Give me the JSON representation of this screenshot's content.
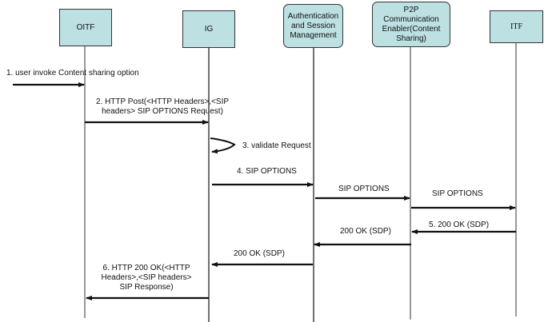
{
  "participants": [
    {
      "id": "oitf",
      "label": "OITF"
    },
    {
      "id": "ig",
      "label": "IG"
    },
    {
      "id": "asm",
      "label": "Authentication and Session Management"
    },
    {
      "id": "p2p",
      "label": "P2P Communication Enabler(Content Sharing)"
    },
    {
      "id": "itf",
      "label": "ITF"
    }
  ],
  "messages": [
    {
      "from": "external",
      "to": "oitf",
      "label": "1. user invoke Content sharing option"
    },
    {
      "from": "oitf",
      "to": "ig",
      "label_lines": [
        "2. HTTP Post(<HTTP Headers>,<SIP",
        "headers> SIP OPTIONS Request)"
      ]
    },
    {
      "from": "ig",
      "to": "ig",
      "label": "3. validate Request"
    },
    {
      "from": "ig",
      "to": "asm",
      "label": "4. SIP OPTIONS"
    },
    {
      "from": "asm",
      "to": "p2p",
      "label": "SIP OPTIONS"
    },
    {
      "from": "p2p",
      "to": "itf",
      "label": "SIP OPTIONS"
    },
    {
      "from": "itf",
      "to": "p2p",
      "label": "5. 200 OK (SDP)"
    },
    {
      "from": "p2p",
      "to": "asm",
      "label": "200 OK (SDP)"
    },
    {
      "from": "asm",
      "to": "ig",
      "label": "200 OK (SDP)"
    },
    {
      "from": "ig",
      "to": "oitf",
      "label_lines": [
        "6. HTTP 200 OK(<HTTP",
        "Headers>,<SIP headers>",
        "SIP  Response)"
      ]
    }
  ]
}
